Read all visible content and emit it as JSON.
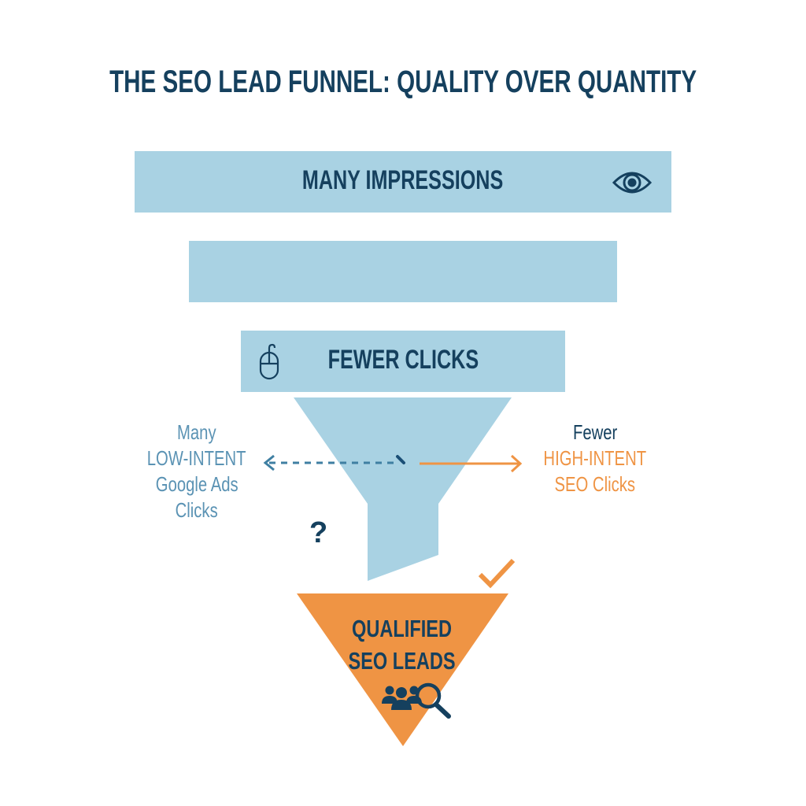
{
  "title": "THE SEO LEAD FUNNEL: QUALITY OVER QUANTITY",
  "colors": {
    "title": "#15405e",
    "bar_fill": "#a9d2e3",
    "orange": "#ef9444",
    "low_intent_text": "#5b93b4",
    "dark_navy": "#15405e"
  },
  "funnel": {
    "stages": [
      {
        "label": "MANY IMPRESSIONS",
        "icon": "eye-icon"
      },
      {
        "label": ""
      },
      {
        "label": "FEWER CLICKS",
        "icon": "mouse-icon"
      }
    ],
    "left_annotation": {
      "lines": [
        "Many",
        "LOW-INTENT",
        "Google Ads",
        "Clicks"
      ],
      "arrow": "dashed-left-arrow"
    },
    "right_annotation": {
      "lines": [
        "Fewer",
        "HIGH-INTENT",
        "SEO Clicks"
      ],
      "arrow": "solid-right-arrow"
    },
    "question_mark": "?",
    "checkmark": "check-icon",
    "result": {
      "lines": [
        "QUALIFIED",
        "SEO LEADS"
      ],
      "icon": "users-search-icon"
    }
  }
}
